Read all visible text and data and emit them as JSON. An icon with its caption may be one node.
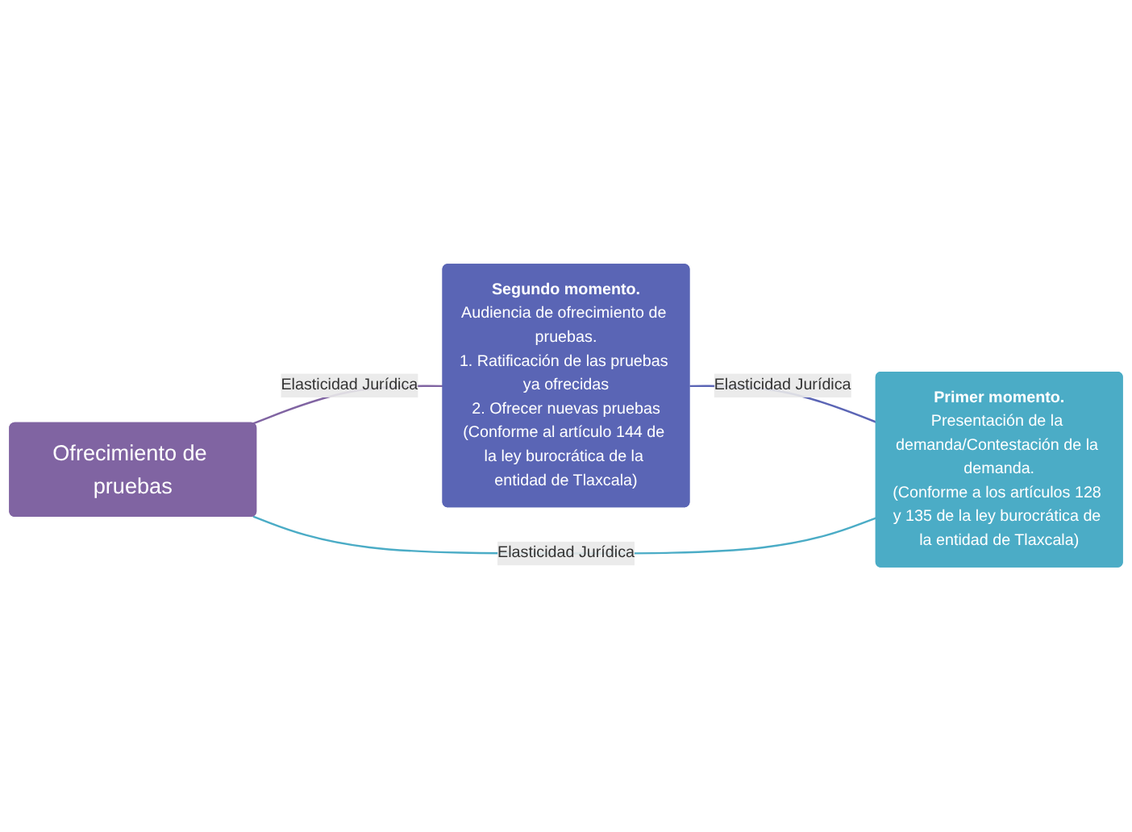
{
  "diagram": {
    "nodes": [
      {
        "text": [
          "Ofrecimiento de pruebas"
        ]
      },
      {
        "text": [
          "Primer momento.",
          "Presentación de la demanda/Contestación de la demanda.",
          "(Conforme a los artículos 128 y 135 de la ley burocrática de la entidad de Tlaxcala)"
        ]
      },
      {
        "text": [
          "Segundo momento.",
          "Audiencia de ofrecimiento de pruebas.",
          "1. Ratificación de las pruebas ya ofrecidas",
          "2. Ofrecer nuevas pruebas",
          "(Conforme al artículo 144 de la ley burocrática de la entidad de Tlaxcala)"
        ]
      }
    ],
    "edges": [
      {
        "from": 1,
        "to": 0,
        "arrow": "none",
        "label": "Elasticidad Jurídica",
        "color": "#4bacc6"
      },
      {
        "from": 0,
        "to": 2,
        "arrow": "none",
        "label": "Elasticidad Jurídica",
        "color": "#8064a2"
      },
      {
        "from": 2,
        "to": 1,
        "arrow": "none",
        "label": "Elasticidad Jurídica",
        "color": "#5b65b5"
      }
    ]
  }
}
